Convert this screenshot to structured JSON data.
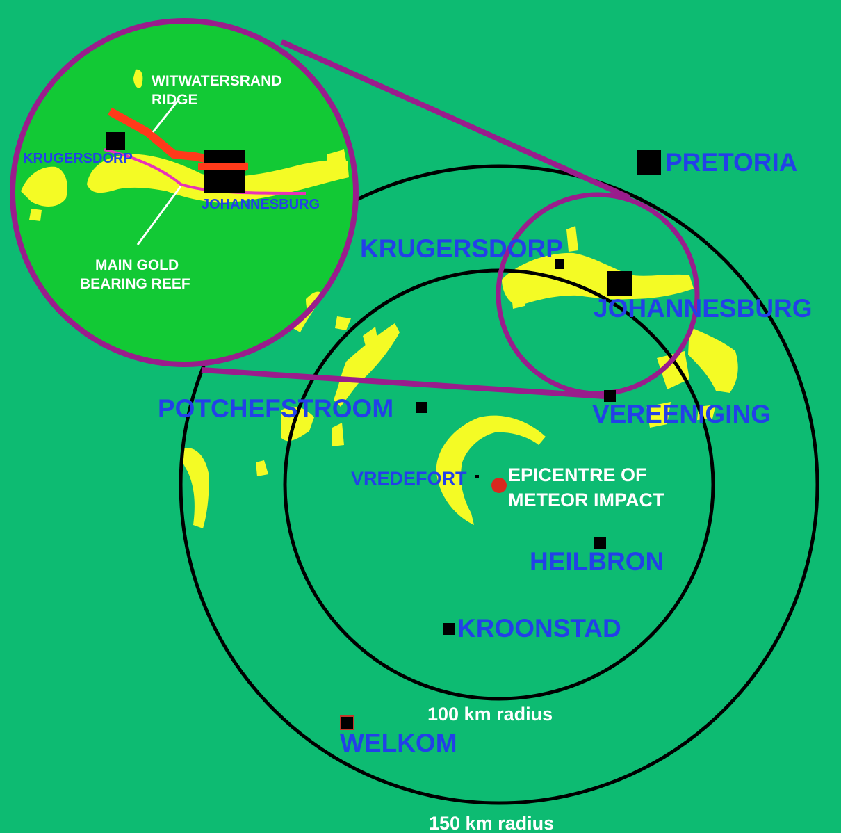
{
  "colors": {
    "background": "#0dbb72",
    "inset_fill": "#12c935",
    "gold_deposit": "#f4fb25",
    "city_label": "#2340e8",
    "note_label": "#ffffff",
    "ring": "#000000",
    "magnifier": "#9a1d8c",
    "ridge": "#ff3a1a",
    "reef": "#e832b8",
    "epicentre": "#d8281e"
  },
  "cities": {
    "pretoria": "PRETORIA",
    "krugersdorp": "KRUGERSDORP",
    "johannesburg": "JOHANNESBURG",
    "potchefstroom": "POTCHEFSTROOM",
    "vereeniging": "VEREENIGING",
    "vredefort": "VREDEFORT",
    "heilbron": "HEILBRON",
    "kroonstad": "KROONSTAD",
    "welkom": "WELKOM"
  },
  "epicentre": {
    "line1": "EPICENTRE OF",
    "line2": "METEOR IMPACT"
  },
  "rings": {
    "inner_label": "100 km radius",
    "outer_label": "150 km radius"
  },
  "inset": {
    "krugersdorp": "KRUGERSDORP",
    "johannesburg": "JOHANNESBURG",
    "ridge_line1": "WITWATERSRAND",
    "ridge_line2": "RIDGE",
    "reef_line1": "MAIN GOLD",
    "reef_line2": "BEARING REEF"
  }
}
